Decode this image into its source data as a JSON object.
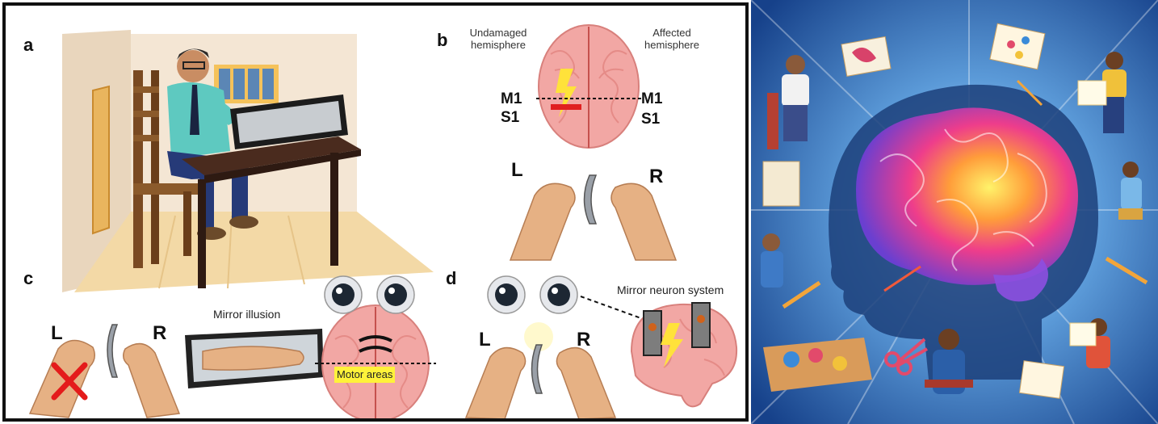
{
  "panels": {
    "a": {
      "letter": "a"
    },
    "b": {
      "letter": "b",
      "undamaged_hemisphere": "Undamaged hemisphere",
      "affected_hemisphere": "Affected hemisphere",
      "m1_left": "M1",
      "m1_right": "M1",
      "s1_left": "S1",
      "s1_right": "S1",
      "hand_left": "L",
      "hand_right": "R"
    },
    "c": {
      "letter": "c",
      "hand_left": "L",
      "hand_right": "R",
      "mirror_illusion": "Mirror illusion",
      "motor_areas": "Motor areas"
    },
    "d": {
      "letter": "d",
      "hand_left": "L",
      "hand_right": "R",
      "mirror_neuron_system": "Mirror neuron system"
    }
  },
  "colors": {
    "frame": "#111111",
    "brain": "#f2a7a4",
    "lesion_red": "#e02020",
    "lightning_yellow": "#ffe23a",
    "cross_red": "#e41b1b",
    "motor_label_bg": "#fff23a",
    "right_bg": "#1f5aa8"
  }
}
